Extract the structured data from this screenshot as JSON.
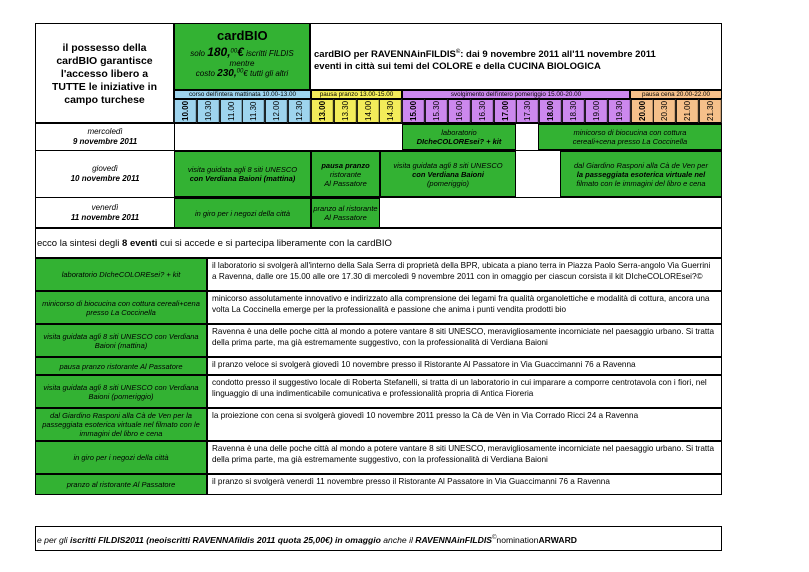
{
  "intro": {
    "line1": "il possesso della",
    "line2": "cardBIO garantisce",
    "line3": "l'accesso libero a",
    "line4": "TUTTE le iniziative in",
    "line5": "campo turchese"
  },
  "card": {
    "title": "cardBIO",
    "price_pre": "solo",
    "price": "180,",
    "price_cents": "00",
    "price_unit": "€",
    "price_post": "iscritti FILDIS",
    "mentre": "mentre",
    "cost_pre": "costo",
    "cost": "230,",
    "cost_cents": "00",
    "cost_post": "€ tutti gli altri"
  },
  "headline": {
    "part1": "cardBIO per ",
    "brand": "RAVENNAinFILDIS",
    "reg": "©",
    "part2": ": dai 9 novembre 2011 all'11 novembre 2011",
    "line2": "eventi in città sui temi del COLORE e della CUCINA BIOLOGICA"
  },
  "time_headers": {
    "morning": "corso dell'intera mattinata 10.00-13.00",
    "lunch": "pausa pranzo 13.00-15.00",
    "afternoon": "svolgimento dell'intero pomeriggio 15.00-20.00",
    "dinner": "pausa cena 20.00-22.00"
  },
  "times": [
    "10.00",
    "10.30",
    "11.00",
    "11.30",
    "12.00",
    "12.30",
    "13.00",
    "13.30",
    "14.00",
    "14.30",
    "15.00",
    "15.30",
    "16.00",
    "16.30",
    "17.00",
    "17.30",
    "18.00",
    "18.30",
    "19.00",
    "19.30",
    "20.00",
    "20.30",
    "21.00",
    "21.30"
  ],
  "days": {
    "wed_day": "mercoledì",
    "wed_date": "9 novembre 2011",
    "thu_day": "giovedì",
    "thu_date": "10 novembre 2011",
    "fri_day": "venerdì",
    "fri_date": "11 novembre 2011"
  },
  "schedule": {
    "wed_lab_1": "laboratorio",
    "wed_lab_2": "DIcheCOLOREsei? + kit",
    "wed_mini_1": "minicorso di biocucina con cottura",
    "wed_mini_2": "cereali+cena presso La Coccinella",
    "thu_visit_1": "visita guidata agli 8 siti UNESCO",
    "thu_visit_2": "con Verdiana Baioni (mattina)",
    "thu_lunch_1": "pausa pranzo",
    "thu_lunch_2": "ristorante",
    "thu_lunch_3": "Al Passatore",
    "thu_visitpm_1": "visita guidata agli 8 siti UNESCO",
    "thu_visitpm_2": "con Verdiana Baioni",
    "thu_visitpm_3": "(pomeriggio)",
    "thu_dinner_1": "dal Giardino Rasponi alla Cà de Ven per",
    "thu_dinner_2": "la passeggiata esoterica virtuale nel",
    "thu_dinner_3": "filmato con le immagini del libro e cena",
    "fri_tour": "in giro per i negozi della città",
    "fri_lunch_1": "pranzo al ristorante",
    "fri_lunch_2": "Al Passatore"
  },
  "summary": {
    "text_pre": "ecco la sintesi degli ",
    "text_bold": "8 eventi",
    "text_post": " cui si accede e si partecipa liberamente con la cardBIO"
  },
  "events": [
    {
      "label": "laboratorio DIcheCOLOREsei? + kit",
      "text": "il laboratorio  si svolgerà all'interno della Sala Serra di proprietà della BPR, ubicata a piano terra in Piazza Paolo Serra-angolo Via Guerrini a Ravenna, dalle ore 15.00 alle ore 17.30 di mercoledì 9 novembre 2011 con in omaggio per ciascun corsista il kit DIcheCOLOREsei?©"
    },
    {
      "label": "minicorso di biocucina con cottura cereali+cena presso La Coccinella",
      "text": "minicorso assolutamente innovativo e indirizzato alla comprensione dei legami fra qualità organolettiche e modalità di cottura, ancora una volta La Coccinella emerge per la professionalità e passione che anima i punti vendita prodotti bio"
    },
    {
      "label": "visita guidata agli 8 siti UNESCO con Verdiana Baioni (mattina)",
      "text": "Ravenna è una delle poche città al mondo a potere vantare 8 siti UNESCO, meravigliosamente incorniciate nel paesaggio urbano. Si tratta della prima parte, ma già estremamente suggestivo, con la professionalità di Verdiana Baioni"
    },
    {
      "label": "pausa pranzo ristorante Al Passatore",
      "text": "il pranzo veloce si svolgerà giovedì 10 novembre presso il Ristorante Al Passatore in Via Guaccimanni 76 a Ravenna"
    },
    {
      "label": "visita guidata agli 8 siti UNESCO con Verdiana Baioni (pomeriggio)",
      "text": "condotto presso il suggestivo locale di Roberta Stefanelli, si tratta di un laboratorio in cui imparare a comporre centrotavola con i fiori, nel linguaggio di una indimenticabile comunicativa e professionalità propria di Antica Fioreria"
    },
    {
      "label": "dal Giardino Rasponi alla Cà de Ven per la passeggiata esoterica virtuale nel filmato con le immagini del libro e cena",
      "text": "la proiezione con cena si svolgerà giovedì 10 novembre 2011 presso la Cà de Vèn in Via Corrado Ricci 24 a Ravenna"
    },
    {
      "label": "in giro per i negozi della città",
      "text": "Ravenna è una delle poche città al mondo a potere vantare 8 siti UNESCO, meravigliosamente incorniciate nel paesaggio urbano. Si tratta della prima parte, ma già estremamente suggestivo, con la professionalità di Verdiana Baioni"
    },
    {
      "label": "pranzo al ristorante Al Passatore",
      "text": "il pranzo si svolgerà venerdì 11 novembre presso il Ristorante Al Passatore in Via Guaccimanni 76 a Ravenna"
    }
  ],
  "footer": {
    "part1": "e per gli ",
    "part2": "iscritti FILDIS2011",
    "part3": " (neoiscritti RAVENNAfildis 2011 quota 25,00€) ",
    "part4": "in omaggio",
    "part5": " anche il ",
    "part6": "RAVENNAinFILDIS",
    "part7": "©",
    "part8": "nomination",
    "part9": "ARWARD"
  },
  "colors": {
    "green": "#33b233",
    "yellow": "#f3ec5a",
    "blue": "#9ed4ee",
    "violet": "#cc88ee",
    "orange": "#f6c08a"
  }
}
